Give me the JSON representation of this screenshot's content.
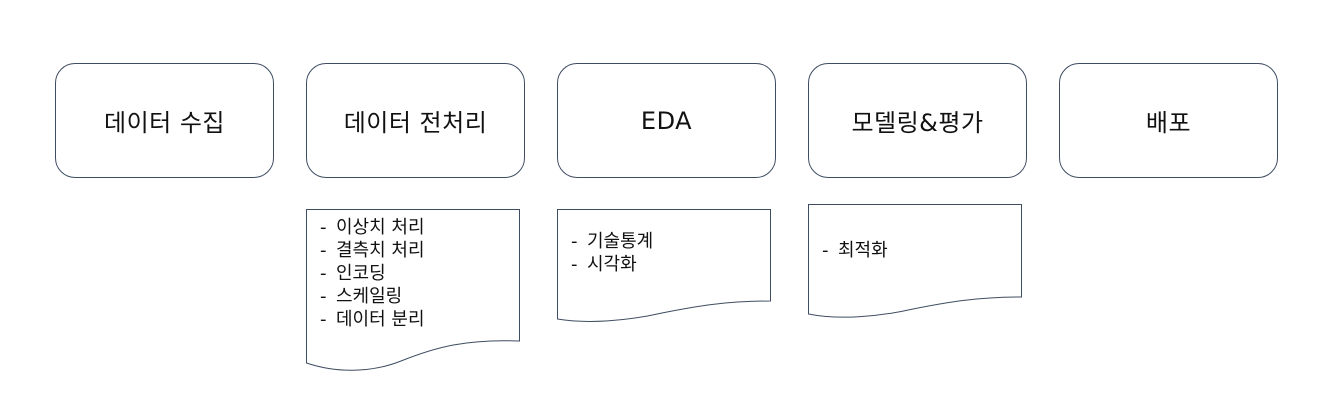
{
  "steps": [
    {
      "label": "데이터 수집"
    },
    {
      "label": "데이터 전처리"
    },
    {
      "label": "EDA"
    },
    {
      "label": "모델링&평가"
    },
    {
      "label": "배포"
    }
  ],
  "notes": {
    "preprocessing": {
      "items": [
        "이상치 처리",
        "결측치 처리",
        "인코딩",
        "스케일링",
        "데이터 분리"
      ]
    },
    "eda": {
      "items": [
        "기술통계",
        "시각화"
      ]
    },
    "modeling": {
      "items": [
        "최적화"
      ]
    }
  },
  "colors": {
    "border": "#3f4d62",
    "text": "#111111",
    "background": "#ffffff"
  }
}
